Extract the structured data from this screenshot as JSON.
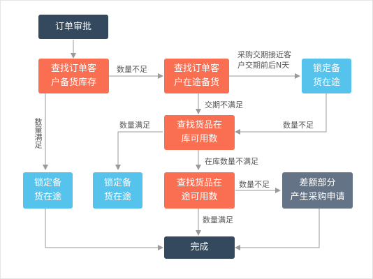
{
  "nodes": {
    "order_approval": "订单审批",
    "check_customer_stock": "查找订单客户备货库存",
    "check_customer_transit": "查找订单客户在途备货",
    "lock_transit_top": "锁定备货在途",
    "check_product_stock": "查找货品在库可用数",
    "lock_transit_left": "锁定备货在途",
    "lock_stock": "锁定备货在途",
    "check_product_transit": "查找货品在途可用数",
    "shortfall_purchase": "差额部分产生采购申请",
    "complete": "完成"
  },
  "nodes_split": {
    "check_customer_stock": [
      "查找订单客",
      "户备货库存"
    ],
    "check_customer_transit": [
      "查找订单客",
      "户在途备货"
    ],
    "lock_transit_top": [
      "锁定备",
      "货在途"
    ],
    "check_product_stock": [
      "查找货品在",
      "库可用数"
    ],
    "lock_transit_left": [
      "锁定备",
      "货在途"
    ],
    "lock_stock": [
      "锁定备",
      "货在途"
    ],
    "check_product_transit": [
      "查找货品在",
      "途可用数"
    ],
    "shortfall_purchase": [
      "差额部分",
      "产生采购申请"
    ]
  },
  "edge_labels": {
    "insufficient_1": "数量不足",
    "purchase_line1": "采购交期接近客",
    "purchase_line2": "户交期前后N天",
    "delivery_not_met": "交期不满足",
    "insufficient_2": "数量不足",
    "quantity_met_1": "数量满足",
    "quantity_met_vertical": "数量满足",
    "stock_not_met": "在库数量不满足",
    "insufficient_3": "数量不足",
    "quantity_met_2": "数量满足"
  },
  "colors": {
    "dark": "#34495e",
    "red": "#fa6e52",
    "blue": "#56c3ec",
    "gray": "#647486",
    "line": "#9a9a9a"
  }
}
